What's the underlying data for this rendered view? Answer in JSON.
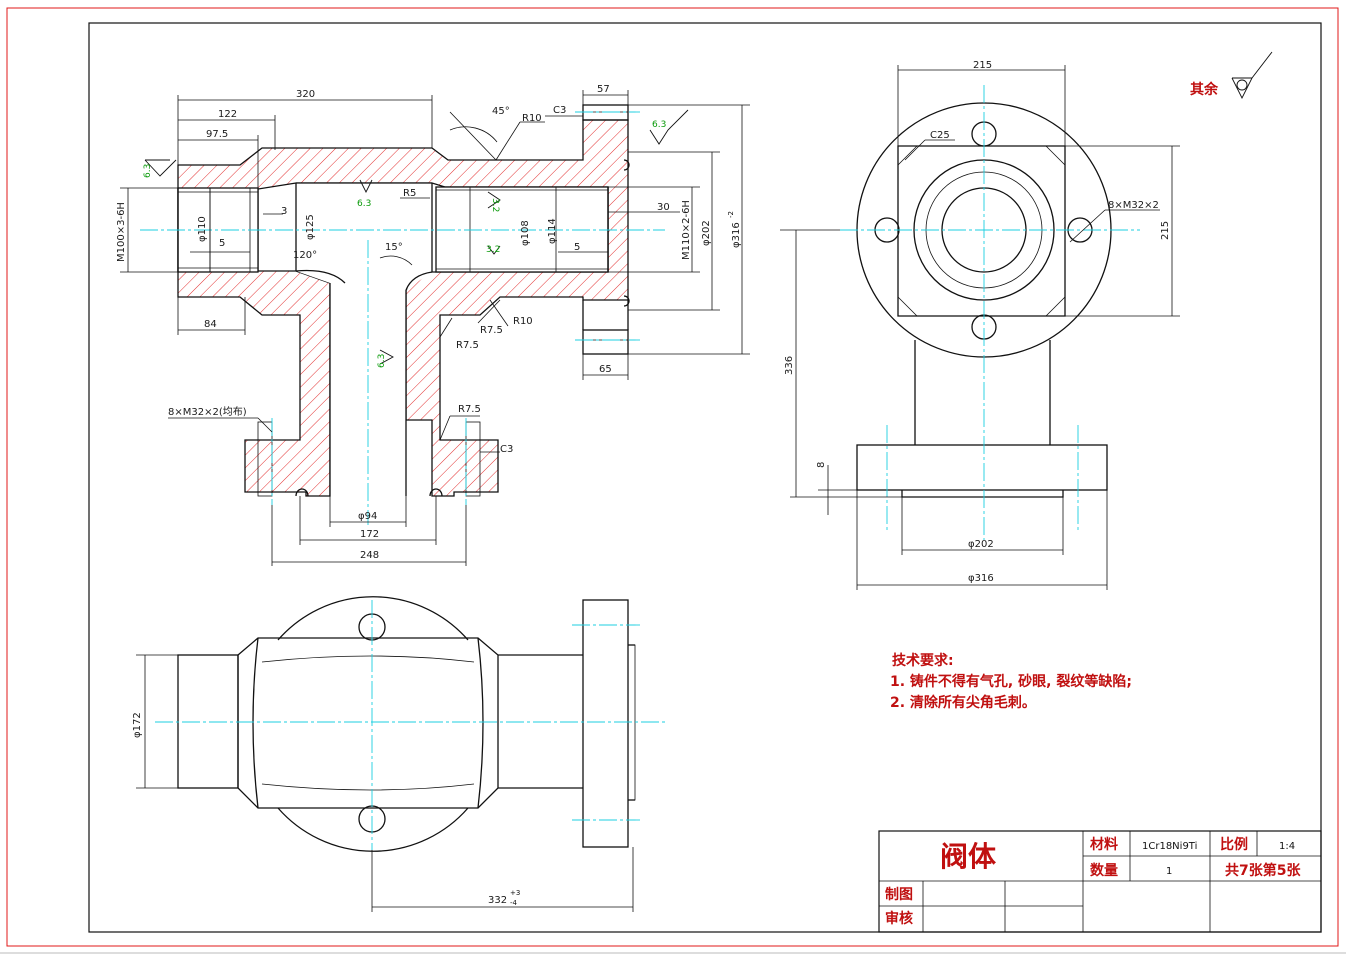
{
  "colors": {
    "frame": "#e01818",
    "outline": "#111111",
    "centerline": "#1ccfe0",
    "hatch": "#e01818",
    "roughness": "#0a9a0a"
  },
  "front_view": {
    "dims": {
      "d320": "320",
      "d122": "122",
      "d97_5": "97.5",
      "d57": "57",
      "d45": "45°",
      "dR10a": "R10",
      "dC3a": "C3",
      "dR5": "R5",
      "d3": "3",
      "d5a": "5",
      "dphi110": "φ110",
      "dphi125": "φ125",
      "d120": "120°",
      "dM100": "M100×3-6H",
      "d15": "15°",
      "d30": "30",
      "d5b": "5",
      "dphi108": "φ108",
      "dphi114": "φ114",
      "dM110": "M110×2-6H",
      "dphi202": "φ202",
      "dphi316": "φ316",
      "dphi316tol": "-2",
      "d84": "84",
      "dR7_5a": "R7.5",
      "dR7_5b": "R7.5",
      "dR10b": "R10",
      "d65": "65",
      "dM32note": "8×M32×2(均布)",
      "dR7_5c": "R7.5",
      "dC3b": "C3",
      "dphi94": "φ94",
      "d172": "172",
      "d248": "248"
    },
    "roughness": [
      "6.3",
      "6.3",
      "3.2",
      "3.2",
      "6.3",
      "6.3"
    ]
  },
  "side_view": {
    "dims": {
      "d215top": "215",
      "dC25": "C25",
      "dM32": "8×M32×2",
      "d215r": "215",
      "d336": "336",
      "d8": "8",
      "dphi202": "φ202",
      "dphi316": "φ316"
    }
  },
  "top_view": {
    "dims": {
      "dphi172": "φ172",
      "d332": "332",
      "d332tol": "+3",
      "d332tol2": "-4"
    }
  },
  "surface_note": "其余",
  "requirements": {
    "title": "技术要求:",
    "items": [
      "1. 铸件不得有气孔, 砂眼, 裂纹等缺陷;",
      "2. 清除所有尖角毛刺。"
    ]
  },
  "title_block": {
    "name": "阀体",
    "material_label": "材料",
    "material": "1Cr18Ni9Ti",
    "scale_label": "比例",
    "scale": "1:4",
    "qty_label": "数量",
    "qty": "1",
    "sheet": "共7张第5张",
    "drawn_label": "制图",
    "check_label": "审核"
  }
}
